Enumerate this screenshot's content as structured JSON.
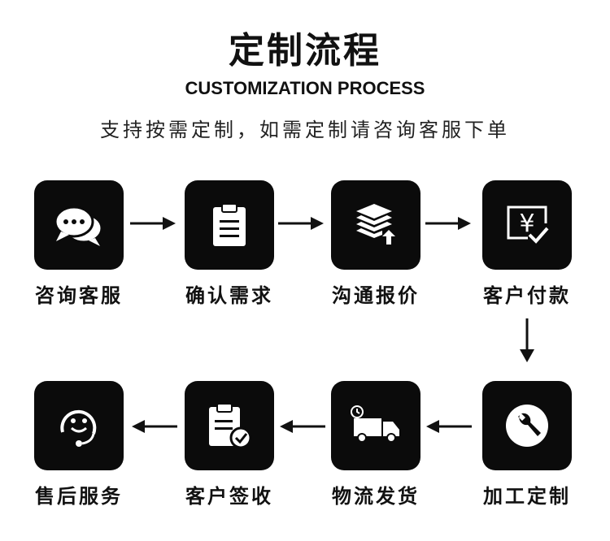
{
  "header": {
    "title": "定制流程",
    "subtitle_en": "CUSTOMIZATION PROCESS",
    "tagline": "支持按需定制，如需定制请咨询客服下单"
  },
  "steps": [
    {
      "label": "咨询客服",
      "icon": "chat-bubbles-icon"
    },
    {
      "label": "确认需求",
      "icon": "clipboard-list-icon"
    },
    {
      "label": "沟通报价",
      "icon": "layers-upload-icon"
    },
    {
      "label": "客户付款",
      "icon": "yen-payment-icon"
    },
    {
      "label": "加工定制",
      "icon": "wrench-icon"
    },
    {
      "label": "物流发货",
      "icon": "delivery-truck-icon"
    },
    {
      "label": "客户签收",
      "icon": "clipboard-check-icon"
    },
    {
      "label": "售后服务",
      "icon": "headset-smile-icon"
    }
  ],
  "colors": {
    "tile": "#0b0b0b",
    "icon": "#ffffff",
    "text": "#111111"
  }
}
